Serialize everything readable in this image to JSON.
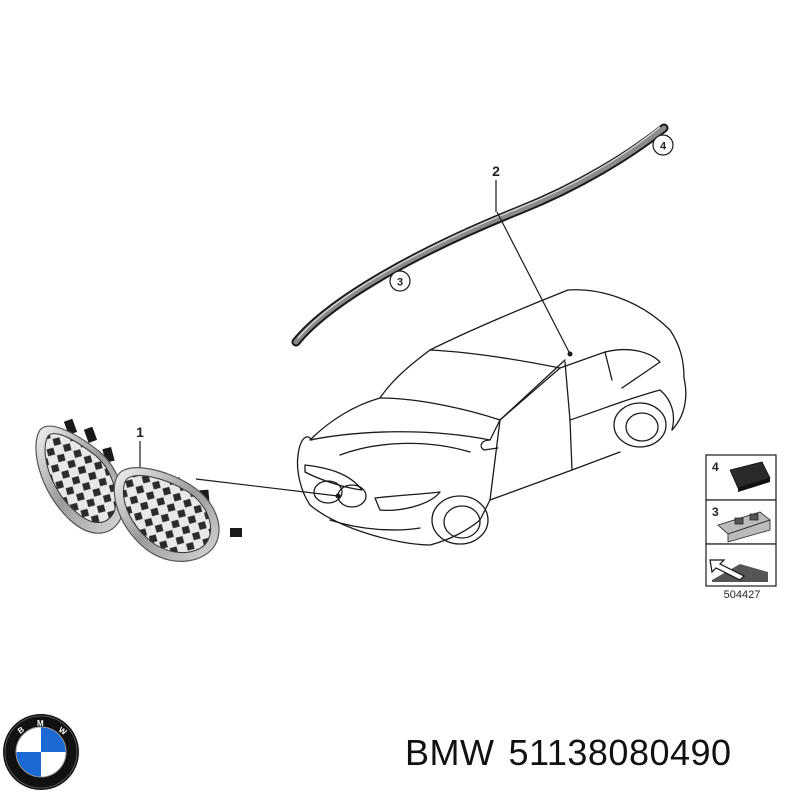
{
  "diagram": {
    "callouts": {
      "grille": "1",
      "roof_strip": "2",
      "strip_front": "3",
      "strip_rear": "4"
    },
    "legend": {
      "item_a": "4",
      "item_b": "3"
    },
    "drawing_number": "504427"
  },
  "footer": {
    "brand": "BMW",
    "part_number": "51138080490",
    "logo_letters": "BMW"
  },
  "colors": {
    "line": "#1a1a1a",
    "chrome": "#b8b8b8",
    "grille_dark": "#2b2b2b",
    "logo_blue": "#1c69d4",
    "logo_ring": "#111111"
  }
}
